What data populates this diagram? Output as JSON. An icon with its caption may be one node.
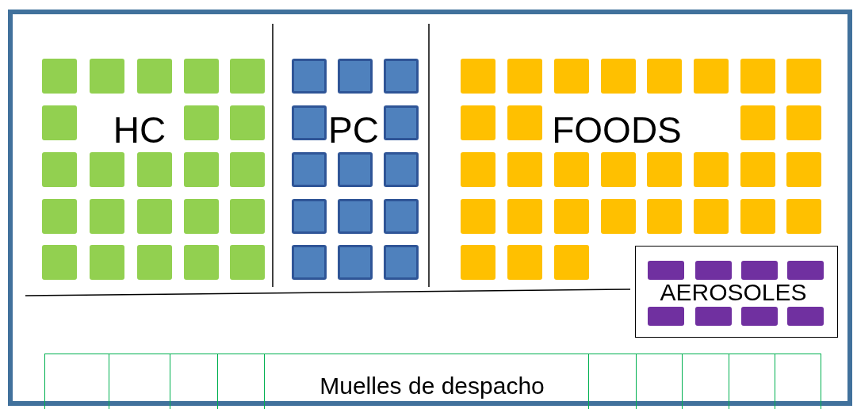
{
  "diagram": {
    "nodes": [
      {
        "text": [],
        "shape": "box"
      },
      {
        "text": [
          "HC"
        ],
        "in": 0
      },
      {
        "text": [
          "PC"
        ],
        "in": 0
      },
      {
        "text": [
          "FOODS"
        ],
        "in": 0
      },
      {
        "text": [
          "AEROSOLES"
        ],
        "in": 0
      },
      {
        "text": [
          "Muelles de despacho"
        ],
        "in": 0
      }
    ],
    "edges": []
  }
}
